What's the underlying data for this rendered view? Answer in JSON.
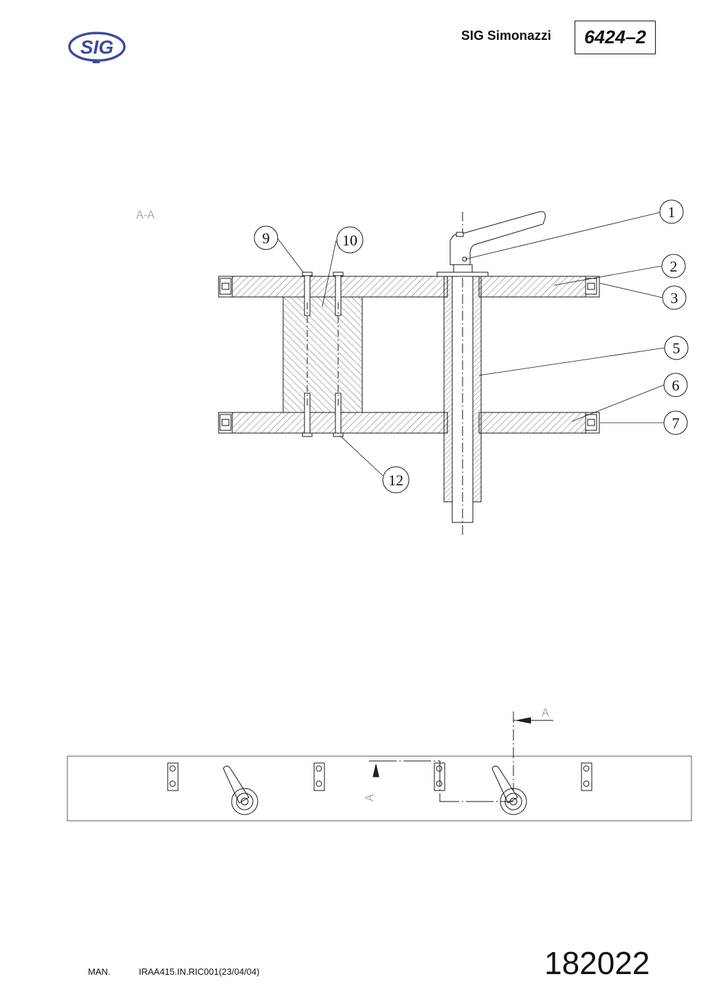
{
  "header": {
    "logo_text": "SIG",
    "company": "SIG Simonazzi",
    "doc_number": "6424–2"
  },
  "drawing": {
    "section_label": "A-A",
    "callouts": [
      "1",
      "2",
      "3",
      "5",
      "6",
      "7",
      "9",
      "10",
      "12"
    ],
    "plan_view": {
      "section_marker": "A"
    }
  },
  "footer": {
    "man_label": "MAN.",
    "reference": "IRAA415.IN.RIC001(23/04/04)",
    "code": "182022"
  },
  "colors": {
    "logo_blue": "#3b4a9e",
    "line": "#111111"
  }
}
